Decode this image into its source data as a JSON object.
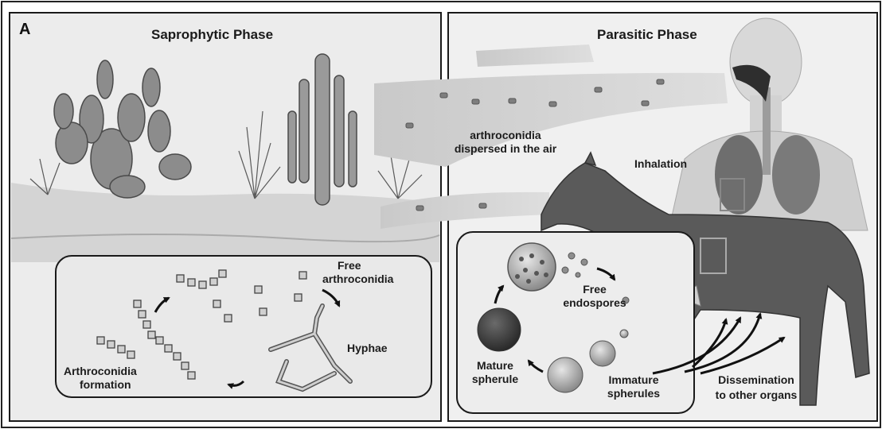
{
  "panel_letter": "A",
  "saprophytic": {
    "title": "Saprophytic Phase",
    "labels": {
      "free_arthroconidia_1": "Free",
      "free_arthroconidia_2": "arthroconidia",
      "hyphae": "Hyphae",
      "formation_1": "Arthroconidia",
      "formation_2": "formation"
    }
  },
  "parasitic": {
    "title": "Parasitic Phase",
    "labels": {
      "dispersed_1": "arthroconidia",
      "dispersed_2": "dispersed in the air",
      "inhalation": "Inhalation",
      "free_endospores_1": "Free",
      "free_endospores_2": "endospores",
      "mature_1": "Mature",
      "mature_2": "spherule",
      "immature_1": "Immature",
      "immature_2": "spherules",
      "dissemination_1": "Dissemination",
      "dissemination_2": "to other organs"
    }
  }
}
